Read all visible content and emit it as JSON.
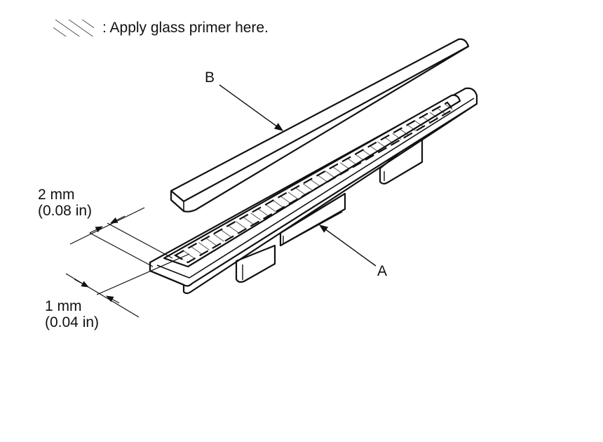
{
  "legend": {
    "text": ": Apply glass primer here.",
    "swatch": "hatch-swatch"
  },
  "labels": {
    "a": "A",
    "b": "B"
  },
  "dimensions": {
    "top_gap": {
      "metric": "2 mm",
      "imperial": "(0.08 in)"
    },
    "bottom_gap": {
      "metric": "1 mm",
      "imperial": "(0.04 in)"
    }
  },
  "colors": {
    "line": "#111111",
    "background": "#ffffff"
  }
}
